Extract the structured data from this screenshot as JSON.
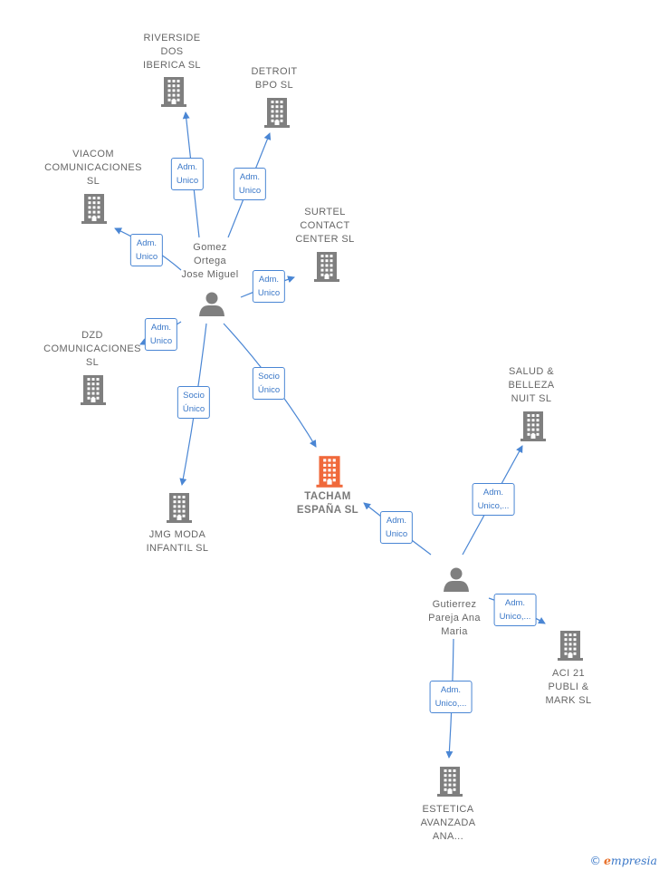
{
  "colors": {
    "edge": "#4a86d4",
    "node": "#7f7f7f",
    "main_node": "#f0693b",
    "brand_accent": "#e8702a"
  },
  "nodes": [
    {
      "id": "riverside",
      "kind": "company",
      "lines": [
        "RIVERSIDE",
        "DOS",
        "IBERICA  SL"
      ]
    },
    {
      "id": "detroit",
      "kind": "company",
      "lines": [
        "DETROIT",
        "BPO  SL"
      ]
    },
    {
      "id": "viacom",
      "kind": "company",
      "lines": [
        "VIACOM",
        "COMUNICACIONES",
        "SL"
      ]
    },
    {
      "id": "surtel",
      "kind": "company",
      "lines": [
        "SURTEL",
        "CONTACT",
        "CENTER  SL"
      ]
    },
    {
      "id": "gomez",
      "kind": "person",
      "lines": [
        "Gomez",
        "Ortega",
        "Jose Miguel"
      ]
    },
    {
      "id": "dzd",
      "kind": "company",
      "lines": [
        "DZD",
        "COMUNICACIONES",
        "SL"
      ]
    },
    {
      "id": "salud",
      "kind": "company",
      "lines": [
        "SALUD &",
        "BELLEZA",
        "NUIT  SL"
      ]
    },
    {
      "id": "tacham",
      "kind": "main",
      "lines": [
        "TACHAM",
        "ESPAÑA  SL"
      ]
    },
    {
      "id": "jmg",
      "kind": "company",
      "lines": [
        "JMG MODA",
        "INFANTIL  SL"
      ]
    },
    {
      "id": "gutierrez",
      "kind": "person",
      "lines": [
        "Gutierrez",
        "Pareja Ana",
        "Maria"
      ]
    },
    {
      "id": "aci",
      "kind": "company",
      "lines": [
        "ACI 21",
        "PUBLI &",
        "MARK  SL"
      ]
    },
    {
      "id": "estetica",
      "kind": "company",
      "lines": [
        "ESTETICA",
        "AVANZADA",
        "ANA..."
      ]
    }
  ],
  "edges": [
    {
      "from": "gomez",
      "to": "riverside",
      "label": [
        "Adm.",
        "Unico"
      ]
    },
    {
      "from": "gomez",
      "to": "detroit",
      "label": [
        "Adm.",
        "Unico"
      ]
    },
    {
      "from": "gomez",
      "to": "viacom",
      "label": [
        "Adm.",
        "Unico"
      ]
    },
    {
      "from": "gomez",
      "to": "surtel",
      "label": [
        "Adm.",
        "Unico"
      ]
    },
    {
      "from": "gomez",
      "to": "dzd",
      "label": [
        "Adm.",
        "Unico"
      ]
    },
    {
      "from": "gomez",
      "to": "jmg",
      "label": [
        "Socio",
        "Único"
      ]
    },
    {
      "from": "gomez",
      "to": "tacham",
      "label": [
        "Socio",
        "Único"
      ]
    },
    {
      "from": "gutierrez",
      "to": "tacham",
      "label": [
        "Adm.",
        "Unico"
      ]
    },
    {
      "from": "gutierrez",
      "to": "salud",
      "label": [
        "Adm.",
        "Unico,..."
      ]
    },
    {
      "from": "gutierrez",
      "to": "aci",
      "label": [
        "Adm.",
        "Unico,..."
      ]
    },
    {
      "from": "gutierrez",
      "to": "estetica",
      "label": [
        "Adm.",
        "Unico,..."
      ]
    }
  ],
  "brand": {
    "copyright": "©",
    "initial": "e",
    "rest": "mpresia"
  }
}
